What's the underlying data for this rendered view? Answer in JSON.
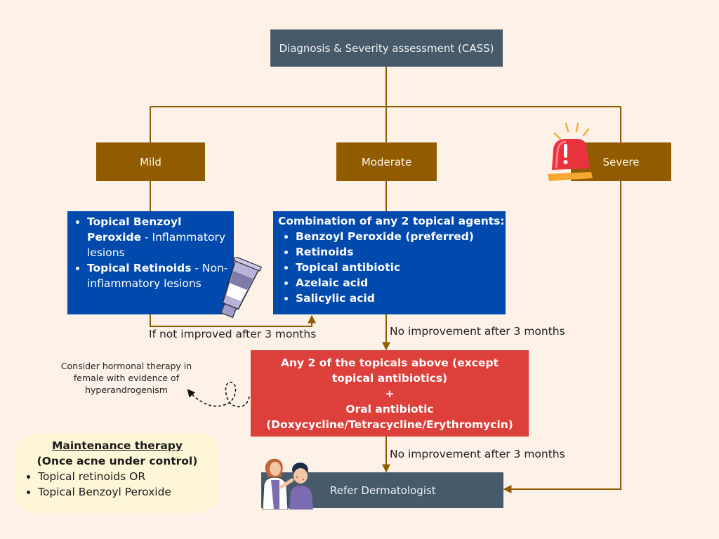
{
  "colors": {
    "background": "#fdf1e8",
    "connector": "#915c00",
    "slate_box": "#475a6a",
    "severity_box": "#915c00",
    "treatment_box": "#004aad",
    "escalation_box": "#dd3f3b",
    "maintenance_box": "#fdf7d8"
  },
  "top": {
    "title": "Diagnosis & Severity assessment (CASS)"
  },
  "severity": {
    "mild": "Mild",
    "moderate": "Moderate",
    "severe": "Severe",
    "severe_icon": "siren-alarm-icon"
  },
  "mild_treatment": {
    "items": [
      {
        "bold": "Topical Benzoyl Peroxide",
        "rest": " - Inflammatory lesions"
      },
      {
        "bold": "Topical Retinoids",
        "rest": " - Non-inflammatory lesions"
      }
    ],
    "icon": "cream-tube-icon"
  },
  "moderate_treatment": {
    "heading": "Combination of any 2 topical agents:",
    "items": [
      "Benzoyl Peroxide (preferred)",
      "Retinoids",
      "Topical antibiotic",
      "Azelaic acid",
      "Salicylic acid"
    ]
  },
  "edges": {
    "mild_to_moderate": "If not improved after 3 months",
    "moderate_to_escalation": "No improvement after 3 months",
    "escalation_to_referral": "No improvement after 3 months"
  },
  "escalation": {
    "line1": "Any 2 of the topicals above (except topical antibiotics)",
    "plus": "+",
    "line2": "Oral antibiotic",
    "line3": "(Doxycycline/Tetracycline/Erythromycin)"
  },
  "hormonal_note": "Consider hormonal therapy in female with evidence of hyperandrogenism",
  "referral": {
    "label": "Refer Dermatologist",
    "icon": "doctor-patient-icon"
  },
  "maintenance": {
    "title": "Maintenance therapy",
    "subtitle": "(Once acne under control)",
    "items": [
      "Topical retinoids OR",
      "Topical Benzoyl Peroxide"
    ]
  }
}
